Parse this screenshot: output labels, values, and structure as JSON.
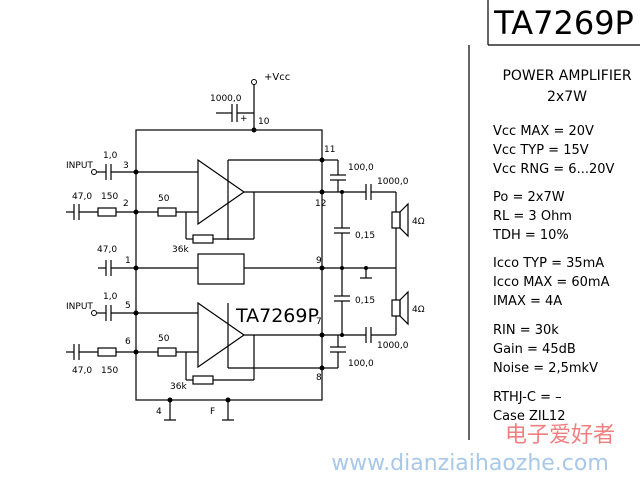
{
  "title": "TA7269P",
  "chip_label": "TA7269P",
  "header": {
    "line1": "POWER  AMPLIFIER",
    "line2": "2x7W"
  },
  "specs": [
    "Vcc MAX =  20V",
    "Vcc TYP =  15V",
    "Vcc RNG =  6...20V",
    "Po   =   2x7W",
    "RL   =  3 Ohm",
    "TDH =  10%",
    "Icco TYP =  35mA",
    "Icco MAX =  60mA",
    "IMAX =     4A",
    "RIN    =   30k",
    "Gain   =   45dB",
    "Noise =  2,5mkV",
    "RTHJ-C =  –",
    "Case   ZIL12"
  ],
  "supply": {
    "label": "+Vcc",
    "cap": "1000,0",
    "pin": "10"
  },
  "inputs": {
    "label1": "INPUT",
    "label2": "INPUT"
  },
  "components": {
    "c_in1": "1,0",
    "c_in2": "1,0",
    "c_fb1": "47,0",
    "c_fb2": "47,0",
    "c_mid": "47,0",
    "r_fb1": "150",
    "r_fb2": "150",
    "r_a1": "50",
    "r_a2": "50",
    "r_36k_1": "36k",
    "r_36k_2": "36k",
    "c_boot1": "100,0",
    "c_boot2": "100,0",
    "c_out1": "1000,0",
    "c_out2": "1000,0",
    "c_015_1": "0,15",
    "c_015_2": "0,15",
    "spk1": "4Ω",
    "spk2": "4Ω"
  },
  "pins": [
    "3",
    "2",
    "1",
    "5",
    "6",
    "11",
    "12",
    "9",
    "7",
    "8",
    "4",
    "F"
  ],
  "watermark": {
    "cn": "电子爱好者",
    "url": "www.dianziaihaozhe.com"
  }
}
